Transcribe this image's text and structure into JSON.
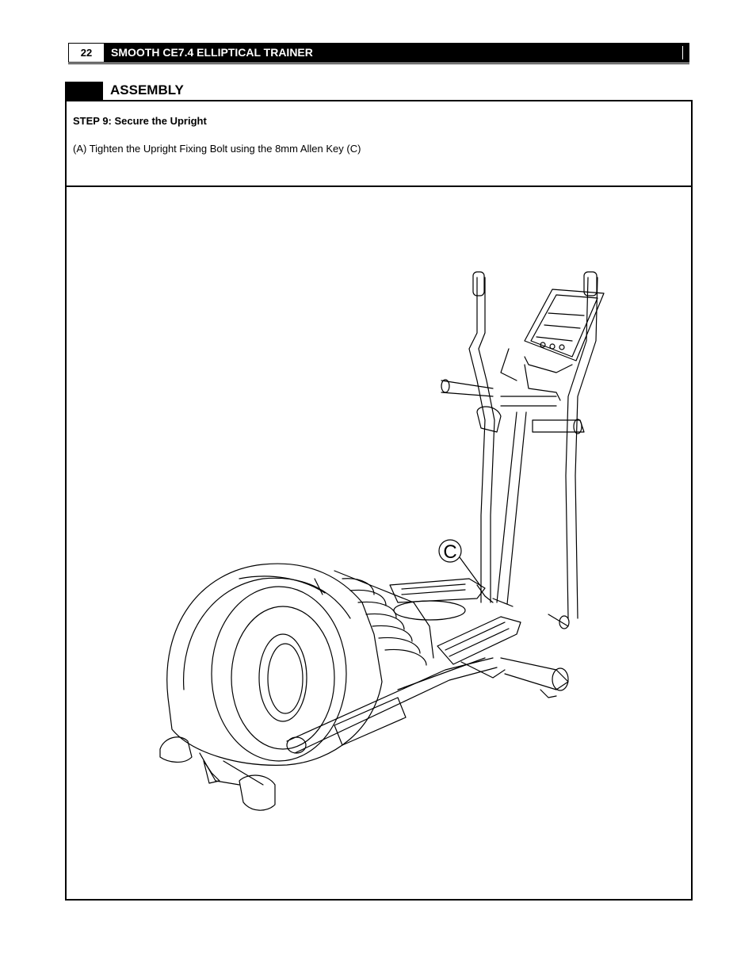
{
  "header": {
    "page_number": "22",
    "title": "SMOOTH CE7.4 ELLIPTICAL TRAINER"
  },
  "section": {
    "title": "ASSEMBLY"
  },
  "instruction": {
    "step_title": "STEP 9: Secure the Upright",
    "text": "(A) Tighten the Upright Fixing Bolt using the 8mm Allen Key (C)"
  },
  "figure": {
    "callout_label": "C"
  }
}
